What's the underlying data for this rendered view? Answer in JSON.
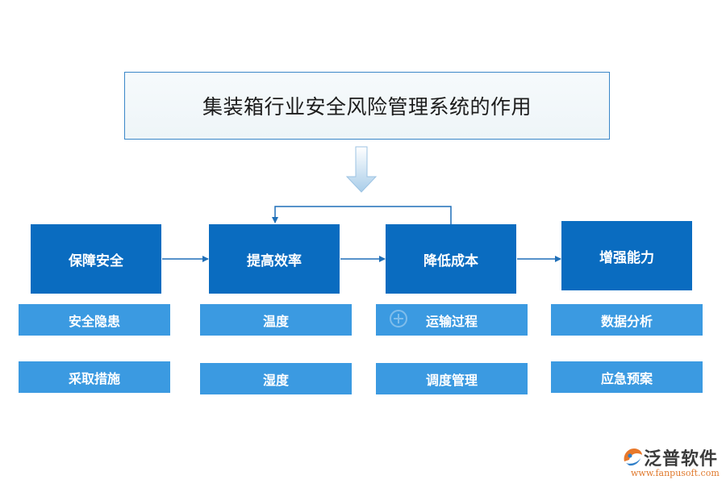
{
  "title": "集装箱行业安全风险管理系统的作用",
  "columns": [
    {
      "main": "保障安全",
      "subs": [
        "安全隐患",
        "采取措施"
      ]
    },
    {
      "main": "提高效率",
      "subs": [
        "温度",
        "湿度"
      ]
    },
    {
      "main": "降低成本",
      "subs": [
        "运输过程",
        "调度管理"
      ]
    },
    {
      "main": "增强能力",
      "subs": [
        "数据分析",
        "应急预案"
      ]
    }
  ],
  "logo": {
    "name": "泛普软件",
    "url": "www.fanpusoft.com"
  },
  "colors": {
    "main_box": "#0a6cc0",
    "sub_box": "#3b9ae1",
    "connector": "#1f6fb8",
    "title_border": "#3a87c8"
  }
}
